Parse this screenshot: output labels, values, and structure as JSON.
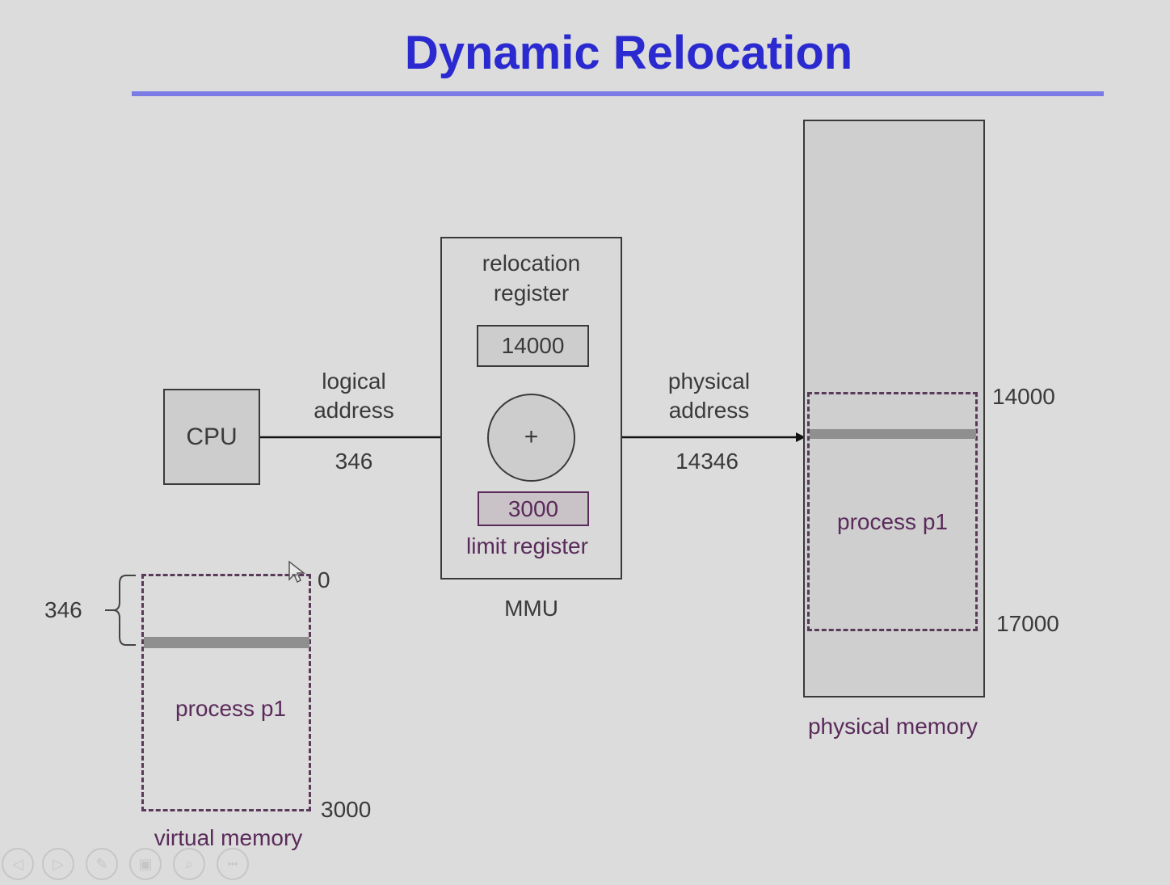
{
  "title": "Dynamic Relocation",
  "cpu": {
    "label": "CPU"
  },
  "logical_address": {
    "label_line1": "logical",
    "label_line2": "address",
    "value": "346"
  },
  "mmu": {
    "label": "MMU",
    "relocation_register": {
      "label_line1": "relocation",
      "label_line2": "register",
      "value": "14000"
    },
    "adder_symbol": "+",
    "limit_register": {
      "label": "limit register",
      "value": "3000"
    }
  },
  "physical_address": {
    "label_line1": "physical",
    "label_line2": "address",
    "value": "14346"
  },
  "physical_memory": {
    "label": "physical memory",
    "process_label": "process p1",
    "start": "14000",
    "end": "17000"
  },
  "virtual_memory": {
    "label": "virtual memory",
    "process_label": "process p1",
    "start": "0",
    "end": "3000",
    "offset": "346"
  },
  "colors": {
    "title": "#2a2ad0",
    "rule": "#7b7be6",
    "accent_purple": "#5a2a5a",
    "background": "#dcdcdc"
  },
  "toolbar": {
    "icons": [
      "prev-icon",
      "next-icon",
      "pen-icon",
      "slides-icon",
      "zoom-icon",
      "more-icon"
    ],
    "glyphs": [
      "◁",
      "▷",
      "✎",
      "▣",
      "⌕",
      "•••"
    ]
  }
}
